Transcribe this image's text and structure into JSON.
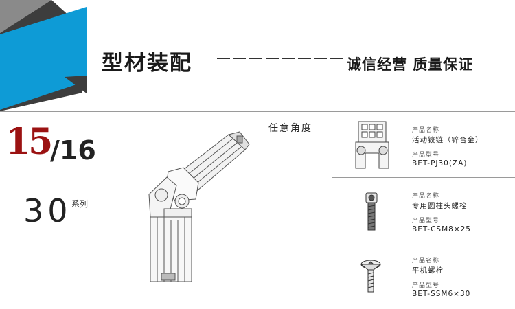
{
  "header": {
    "title": "型材装配",
    "slogan": "诚信经营 质量保证",
    "colors": {
      "accent_blue": "#0e9bd6",
      "dark_gray": "#3d3d3d",
      "light_gray": "#8a8a8a"
    }
  },
  "left": {
    "size_primary": "15",
    "size_secondary": "/16",
    "series_number": "30",
    "series_label": "系列",
    "size_color": "#9b1212"
  },
  "illustration": {
    "caption": "任意角度"
  },
  "parts": [
    {
      "name_label": "产品名称",
      "name": "活动铰链（锌合金）",
      "model_label": "产品型号",
      "model": "BET-PJ30(ZA)",
      "icon": "hinge-icon"
    },
    {
      "name_label": "产品名称",
      "name": "专用圆柱头螺栓",
      "model_label": "产品型号",
      "model": "BET-CSM8×25",
      "icon": "socket-head-bolt-icon"
    },
    {
      "name_label": "产品名称",
      "name": "平机螺栓",
      "model_label": "产品型号",
      "model": "BET-SSM6×30",
      "icon": "countersunk-bolt-icon"
    }
  ]
}
